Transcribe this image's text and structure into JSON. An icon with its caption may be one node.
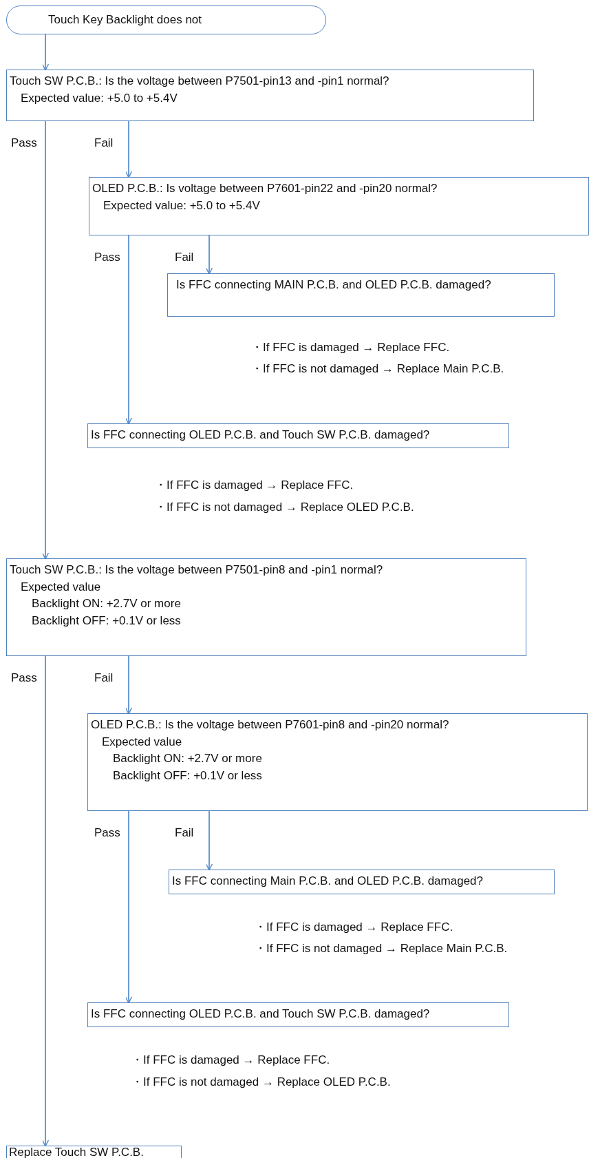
{
  "diagram": {
    "nodes": [
      {
        "text": [
          "Touch Key Backlight does not"
        ]
      },
      {
        "text": [
          "Touch SW P.C.B.: Is the voltage between P7501-pin13 and -pin1 normal?",
          "Expected value: +5.0 to +5.4V"
        ]
      },
      {
        "text": [
          "OLED P.C.B.: Is voltage between P7601-pin22 and -pin20 normal?",
          "Expected value: +5.0 to +5.4V"
        ]
      },
      {
        "text": [
          "Is FFC connecting MAIN P.C.B. and OLED P.C.B. damaged?"
        ],
        "beside": [
          "・If FFC is damaged →  Replace FFC.",
          "・If FFC is not damaged →  Replace Main P.C.B."
        ]
      },
      {
        "text": [
          "Is FFC connecting OLED P.C.B. and Touch SW P.C.B. damaged?"
        ],
        "beside": [
          "・If FFC is damaged →  Replace FFC.",
          "・If FFC is not damaged  →  Replace OLED P.C.B."
        ]
      },
      {
        "text": [
          "Touch SW P.C.B.: Is the voltage between P7501-pin8 and -pin1 normal?",
          "Expected value",
          "Backlight ON: +2.7V or more",
          "Backlight OFF: +0.1V or less"
        ]
      },
      {
        "text": [
          "OLED P.C.B.: Is the voltage between P7601-pin8 and -pin20 normal?",
          "Expected value",
          "Backlight ON: +2.7V or more",
          "Backlight OFF: +0.1V or less"
        ]
      },
      {
        "text": [
          "Is FFC connecting Main P.C.B. and OLED P.C.B. damaged?"
        ],
        "beside": [
          "・If FFC is damaged →  Replace FFC.",
          "・If FFC is not damaged →  Replace Main P.C.B."
        ]
      },
      {
        "text": [
          "Is FFC connecting OLED P.C.B. and Touch SW P.C.B. damaged?"
        ],
        "beside": [
          "・If FFC is damaged →  Replace FFC.",
          "・If FFC is not damaged  →  Replace OLED P.C.B."
        ]
      },
      {
        "text": [
          "Replace Touch SW P.C.B."
        ]
      }
    ],
    "edges": [
      {
        "from": 0,
        "to": 1,
        "arrow": "to"
      },
      {
        "from": 1,
        "to": 5,
        "arrow": "to",
        "label": "Pass"
      },
      {
        "from": 1,
        "to": 2,
        "arrow": "to",
        "label": "Fail"
      },
      {
        "from": 2,
        "to": 4,
        "arrow": "to",
        "label": "Pass"
      },
      {
        "from": 2,
        "to": 3,
        "arrow": "to",
        "label": "Fail"
      },
      {
        "from": 5,
        "to": 9,
        "arrow": "to",
        "label": "Pass"
      },
      {
        "from": 5,
        "to": 6,
        "arrow": "to",
        "label": "Fail"
      },
      {
        "from": 6,
        "to": 8,
        "arrow": "to",
        "label": "Pass"
      },
      {
        "from": 6,
        "to": 7,
        "arrow": "to",
        "label": "Fail"
      }
    ]
  }
}
